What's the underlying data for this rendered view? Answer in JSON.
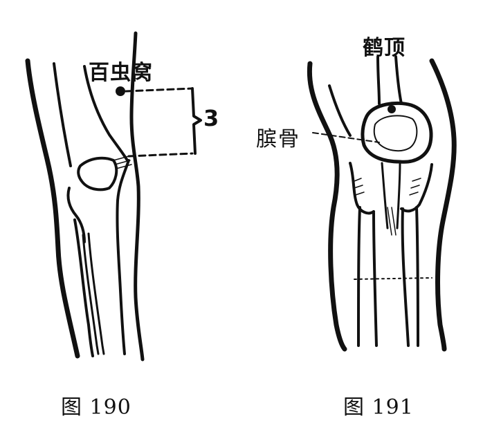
{
  "figure_190": {
    "acupoint_label": "百虫窝",
    "distance_label": "3",
    "caption": "图 190"
  },
  "figure_191": {
    "acupoint_label": "鹤顶",
    "bone_label": "膑骨",
    "caption": "图 191"
  },
  "colors": {
    "ink": "#111111",
    "paper": "#ffffff"
  }
}
